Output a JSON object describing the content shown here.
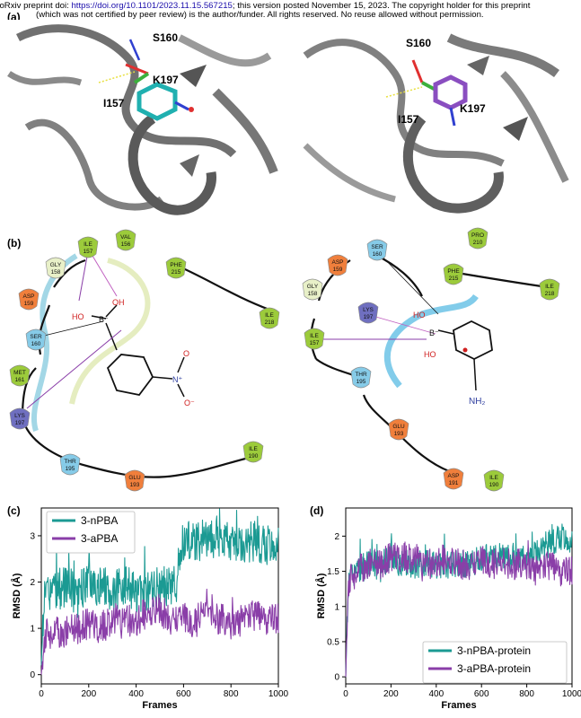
{
  "header": {
    "line1_prefix": "bioRxiv preprint doi: ",
    "doi": "https://doi.org/10.1101/2023.11.15.567215",
    "line1_suffix": "; this version posted November 15, 2023. The copyright holder for this preprint",
    "line2": "(which was not certified by peer review) is the author/funder. All rights reserved. No reuse allowed without permission."
  },
  "panels": {
    "a": "(a)",
    "b": "(b)",
    "c": "(c)",
    "d": "(d)"
  },
  "structures": {
    "left": {
      "s160": "S160",
      "k197": "K197",
      "i157": "I157"
    },
    "right": {
      "s160": "S160",
      "k197": "K197",
      "i157": "I157"
    }
  },
  "ligand_maps": {
    "left": {
      "residues": [
        {
          "name": "ILE",
          "num": "157"
        },
        {
          "name": "VAL",
          "num": "156"
        },
        {
          "name": "GLY",
          "num": "158"
        },
        {
          "name": "ASP",
          "num": "159"
        },
        {
          "name": "PHE",
          "num": "215"
        },
        {
          "name": "ILE",
          "num": "218"
        },
        {
          "name": "SER",
          "num": "160"
        },
        {
          "name": "MET",
          "num": "161"
        },
        {
          "name": "LYS",
          "num": "197"
        },
        {
          "name": "THR",
          "num": "195"
        },
        {
          "name": "GLU",
          "num": "193"
        },
        {
          "name": "ILE",
          "num": "190"
        }
      ],
      "atoms": {
        "oh1": "OH",
        "oh2": "HO",
        "boron": "B⁻",
        "n": "N⁺",
        "o1": "O",
        "o2": "O⁻"
      }
    },
    "right": {
      "residues": [
        {
          "name": "SER",
          "num": "160"
        },
        {
          "name": "PRO",
          "num": "210"
        },
        {
          "name": "ASP",
          "num": "159"
        },
        {
          "name": "PHE",
          "num": "215"
        },
        {
          "name": "GLY",
          "num": "158"
        },
        {
          "name": "ILE",
          "num": "218"
        },
        {
          "name": "LYS",
          "num": "197"
        },
        {
          "name": "ILE",
          "num": "157"
        },
        {
          "name": "THR",
          "num": "195"
        },
        {
          "name": "GLU",
          "num": "193"
        },
        {
          "name": "ASP",
          "num": "191"
        },
        {
          "name": "ILE",
          "num": "190"
        }
      ],
      "atoms": {
        "oh1": "HO",
        "oh2": "HO",
        "boron": "B⁻",
        "nh2": "NH₂"
      }
    }
  },
  "colors": {
    "teal": "#1b9a93",
    "purple": "#8a3ea8",
    "hydrophobic": "#9ccb3b",
    "polar": "#86cbe8",
    "negative": "#f07f3c",
    "positive": "#6f6fc0",
    "glycine": "#e8f0c8",
    "pink": "#c060c0"
  },
  "chart_data": [
    {
      "type": "line",
      "panel": "(c)",
      "xlabel": "Frames",
      "ylabel": "RMSD (Å)",
      "xlim": [
        0,
        1000
      ],
      "ylim": [
        -0.2,
        3.6
      ],
      "xticks": [
        0,
        200,
        400,
        600,
        800,
        1000
      ],
      "yticks": [
        0,
        1,
        2,
        3
      ],
      "legend": "top-left",
      "series": [
        {
          "name": "3-nPBA",
          "color": "#1b9a93",
          "x": [
            0,
            10,
            20,
            50,
            100,
            150,
            200,
            250,
            300,
            350,
            400,
            450,
            500,
            550,
            570,
            590,
            600,
            650,
            700,
            750,
            800,
            850,
            900,
            950,
            1000
          ],
          "y": [
            0.2,
            1.5,
            1.7,
            1.8,
            1.9,
            1.8,
            2.0,
            1.9,
            1.8,
            1.9,
            1.8,
            1.8,
            1.9,
            1.9,
            2.0,
            2.8,
            2.9,
            2.9,
            2.9,
            3.0,
            2.9,
            2.8,
            2.9,
            2.8,
            2.8
          ]
        },
        {
          "name": "3-aPBA",
          "color": "#8a3ea8",
          "x": [
            0,
            10,
            20,
            50,
            100,
            150,
            200,
            250,
            300,
            350,
            400,
            450,
            500,
            550,
            600,
            650,
            700,
            750,
            800,
            850,
            900,
            950,
            1000
          ],
          "y": [
            0.0,
            0.7,
            0.9,
            0.9,
            0.9,
            1.0,
            1.1,
            1.0,
            1.2,
            1.2,
            1.1,
            1.4,
            1.4,
            1.2,
            1.3,
            1.1,
            1.5,
            1.2,
            1.1,
            1.2,
            1.3,
            1.2,
            1.2
          ]
        }
      ]
    },
    {
      "type": "line",
      "panel": "(d)",
      "xlabel": "Frames",
      "ylabel": "RMSD (Å)",
      "xlim": [
        0,
        1000
      ],
      "ylim": [
        -0.1,
        2.4
      ],
      "xticks": [
        0,
        200,
        400,
        600,
        800,
        1000
      ],
      "yticks": [
        0,
        0.5,
        1,
        1.5,
        2
      ],
      "legend": "bottom-right",
      "series": [
        {
          "name": "3-nPBA-protein",
          "color": "#1b9a93",
          "x": [
            0,
            10,
            20,
            50,
            100,
            150,
            200,
            250,
            300,
            350,
            400,
            450,
            500,
            550,
            600,
            650,
            700,
            750,
            800,
            850,
            900,
            950,
            1000
          ],
          "y": [
            0.0,
            1.2,
            1.4,
            1.5,
            1.6,
            1.6,
            1.7,
            1.6,
            1.6,
            1.6,
            1.6,
            1.6,
            1.6,
            1.6,
            1.7,
            1.7,
            1.7,
            1.7,
            1.7,
            1.8,
            1.9,
            2.0,
            1.9
          ]
        },
        {
          "name": "3-aPBA-protein",
          "color": "#8a3ea8",
          "x": [
            0,
            10,
            20,
            50,
            100,
            150,
            200,
            250,
            300,
            350,
            400,
            450,
            500,
            550,
            600,
            650,
            700,
            750,
            800,
            850,
            900,
            950,
            1000
          ],
          "y": [
            0.0,
            1.3,
            1.4,
            1.5,
            1.6,
            1.6,
            1.7,
            1.7,
            1.7,
            1.6,
            1.6,
            1.7,
            1.6,
            1.6,
            1.7,
            1.6,
            1.6,
            1.6,
            1.6,
            1.5,
            1.6,
            1.5,
            1.5
          ]
        }
      ]
    }
  ]
}
